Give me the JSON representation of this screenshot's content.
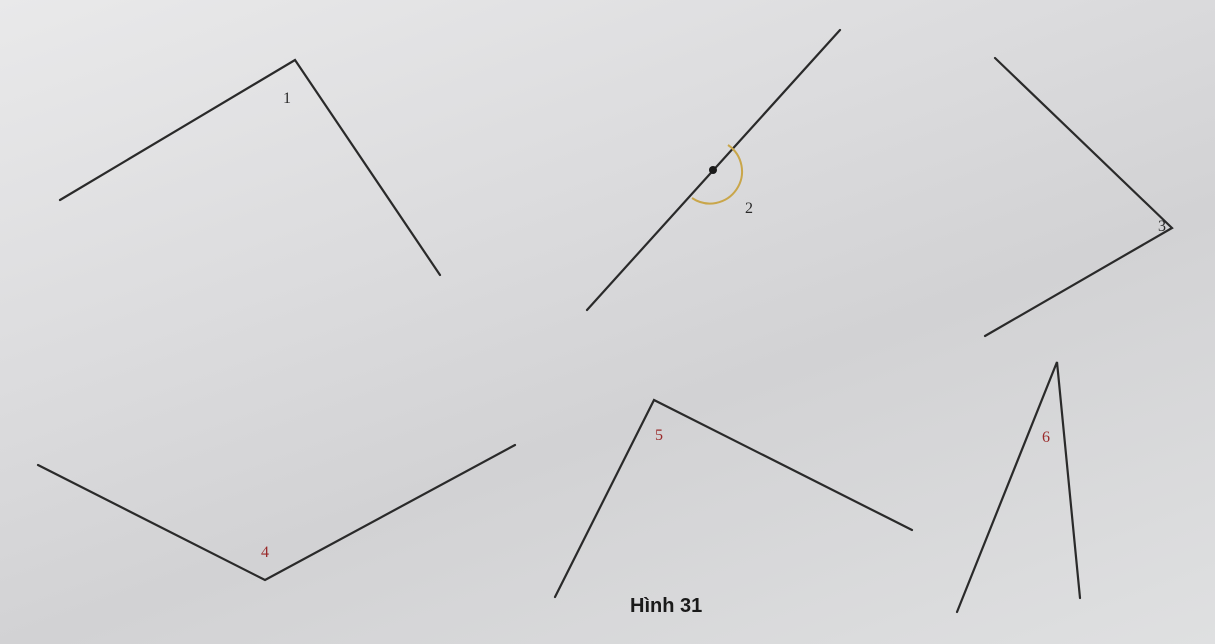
{
  "figure": {
    "caption": "Hình 31",
    "angles": [
      {
        "label": "1"
      },
      {
        "label": "2"
      },
      {
        "label": "3"
      },
      {
        "label": "4"
      },
      {
        "label": "5"
      },
      {
        "label": "6"
      }
    ]
  }
}
